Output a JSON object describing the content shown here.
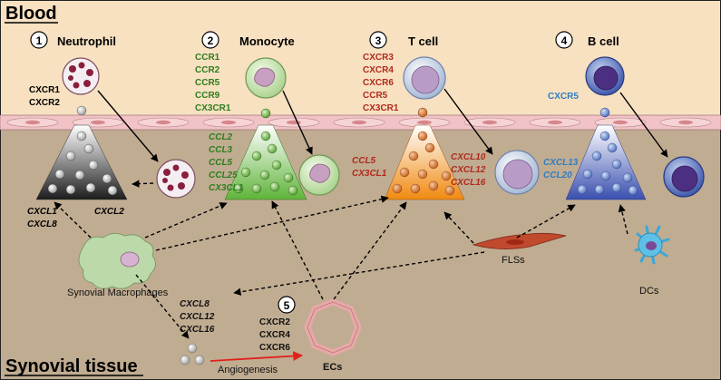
{
  "sections": {
    "blood": "Blood",
    "tissue": "Synovial tissue"
  },
  "colors": {
    "blood_bg": "#f7e1c1",
    "tissue_bg": "#c0ac91",
    "endothelium": "#f2c3c6",
    "neutrophil_labels": "#111111",
    "monocyte_labels": "#2e7d1e",
    "tcell_labels": "#b02a1d",
    "bcell_labels": "#2f7cc4",
    "arrow_red": "#e0201a"
  },
  "cells": {
    "neutrophil": {
      "number": "1",
      "title": "Neutrophil",
      "receptors": [
        "CXCR1",
        "CXCR2"
      ],
      "chemokines_left": [
        "CXCL1",
        "CXCL8"
      ],
      "chemokines_right": [
        "CXCL2"
      ]
    },
    "monocyte": {
      "number": "2",
      "title": "Monocyte",
      "receptors": [
        "CCR1",
        "CCR2",
        "CCR5",
        "CCR9",
        "CX3CR1"
      ],
      "chemokines": [
        "CCL2",
        "CCL3",
        "CCL5",
        "CCL25",
        "CX3CL1"
      ]
    },
    "tcell": {
      "number": "3",
      "title": "T cell",
      "receptors": [
        "CXCR3",
        "CXCR4",
        "CXCR6",
        "CCR5",
        "CX3CR1"
      ],
      "chemokines_left": [
        "CCL5",
        "CX3CL1"
      ],
      "chemokines_right": [
        "CXCL10",
        "CXCL12",
        "CXCL16"
      ]
    },
    "bcell": {
      "number": "4",
      "title": "B cell",
      "receptors": [
        "CXCR5"
      ],
      "chemokines": [
        "CXCL13",
        "CCL20"
      ]
    }
  },
  "tissue": {
    "macrophages": "Synovial Macrophages",
    "fls": "FLSs",
    "dcs": "DCs",
    "ecs": "ECs",
    "angiogenesis": "Angiogenesis",
    "ec_number": "5",
    "ec_receptors": [
      "CXCR2",
      "CXCR4",
      "CXCR6"
    ],
    "macrophage_chemokines": [
      "CXCL8",
      "CXCL12",
      "CXCL16"
    ]
  }
}
